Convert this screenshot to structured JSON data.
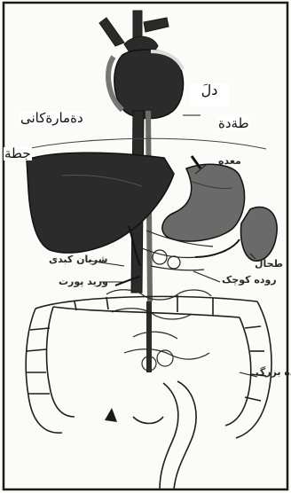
{
  "labels": {
    "heart": "دلَ",
    "stomach_overlay": "طةدة",
    "arteries_overlay": "دةمارةكانى",
    "liver_overlay": "جطة",
    "stomach": "معده",
    "spleen": "طحال",
    "hepatic_artery": "شريان كبدى",
    "portal_vein": "وريد پورت",
    "small_intestine": "روده كوچک",
    "large_intestine": "روده بزرگ"
  },
  "colors": {
    "ink": "#1a1a1a",
    "organ_dark": "#2b2b2b",
    "organ_mid": "#6a6a6a",
    "paper": "#fbfbf9"
  }
}
